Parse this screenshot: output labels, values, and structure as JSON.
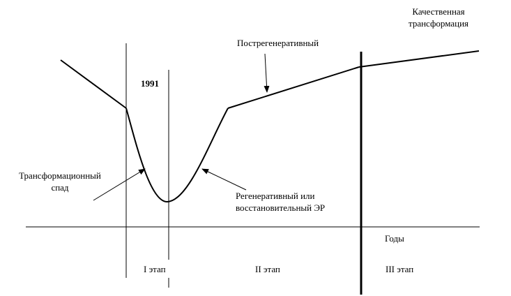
{
  "labels": {
    "year": "1991",
    "transformational_decline_line1": "Трансформационный",
    "transformational_decline_line2": "спад",
    "regenerative_line1": "Регенеративный или",
    "regenerative_line2": "восстановительный ЭР",
    "postregenerative": "Пострегенеративный",
    "qualitative_line1": "Качественная",
    "qualitative_line2": "трансформация",
    "years_axis": "Годы",
    "stage_1": "I этап",
    "stage_2": "II этап",
    "stage_3": "III этап"
  },
  "colors": {
    "ink": "#000000",
    "background": "#ffffff"
  }
}
